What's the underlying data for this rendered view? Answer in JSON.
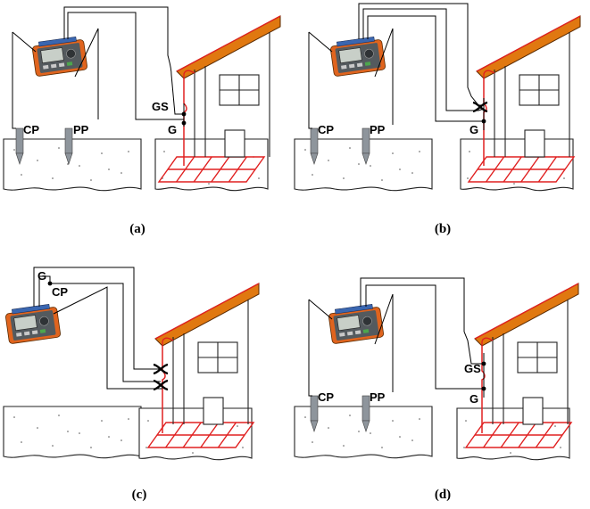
{
  "colors": {
    "ground_grid": "#e02020",
    "roof": "#e07810",
    "meter_body": "#e0641e",
    "probe": "#8e959c",
    "wire": "#000000"
  },
  "icons": {
    "meter": "earth-resistance-meter-icon",
    "clamp": "current-clamp-icon",
    "probe": "ground-probe-icon",
    "house": "house-icon"
  },
  "panels": [
    {
      "label": "(a)",
      "terminals": {
        "cp": "CP",
        "pp": "PP",
        "gs": "GS",
        "g": "G"
      }
    },
    {
      "label": "(b)",
      "terminals": {
        "cp": "CP",
        "pp": "PP",
        "g": "G"
      }
    },
    {
      "label": "(c)",
      "terminals": {
        "g": "G",
        "cp": "CP"
      }
    },
    {
      "label": "(d)",
      "terminals": {
        "cp": "CP",
        "pp": "PP",
        "gs": "GS",
        "g": "G"
      }
    }
  ]
}
